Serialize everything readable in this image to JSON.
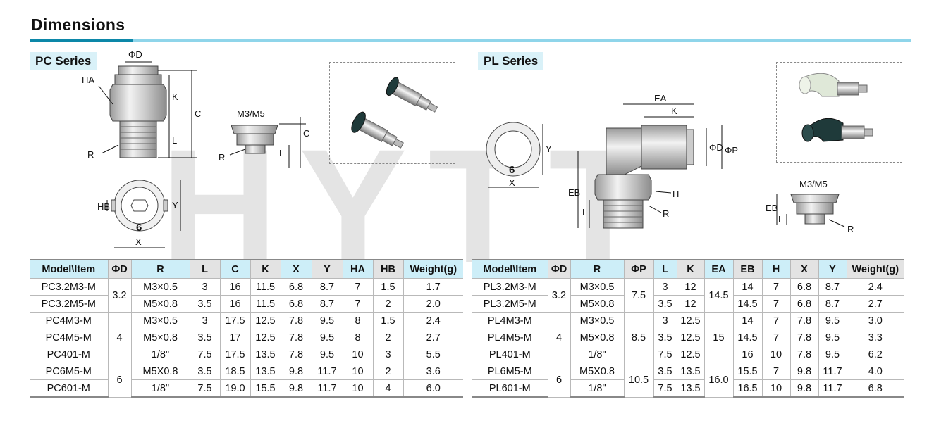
{
  "title": "Dimensions",
  "pc": {
    "label": "PC Series",
    "drawing": {
      "phi_d": "ΦD",
      "ha": "HA",
      "k": "K",
      "c": "C",
      "l": "L",
      "r": "R",
      "hb": "HB",
      "y": "Y",
      "six": "6",
      "x": "X",
      "m3m5": "M3/M5",
      "c2": "C",
      "l2": "L",
      "r2": "R"
    },
    "headers": [
      "Model\\Item",
      "ΦD",
      "R",
      "L",
      "C",
      "K",
      "X",
      "Y",
      "HA",
      "HB",
      "Weight(g)"
    ],
    "rows": [
      [
        "PC3.2M3-M",
        "3.2",
        "M3×0.5",
        "3",
        "16",
        "11.5",
        "6.8",
        "8.7",
        "7",
        "1.5",
        "1.7"
      ],
      [
        "PC3.2M5-M",
        "",
        "M5×0.8",
        "3.5",
        "16",
        "11.5",
        "6.8",
        "8.7",
        "7",
        "2",
        "2.0"
      ],
      [
        "PC4M3-M",
        "4",
        "M3×0.5",
        "3",
        "17.5",
        "12.5",
        "7.8",
        "9.5",
        "8",
        "1.5",
        "2.4"
      ],
      [
        "PC4M5-M",
        "",
        "M5×0.8",
        "3.5",
        "17",
        "12.5",
        "7.8",
        "9.5",
        "8",
        "2",
        "2.7"
      ],
      [
        "PC401-M",
        "",
        "1/8\"",
        "7.5",
        "17.5",
        "13.5",
        "7.8",
        "9.5",
        "10",
        "3",
        "5.5"
      ],
      [
        "PC6M5-M",
        "6",
        "M5X0.8",
        "3.5",
        "18.5",
        "13.5",
        "9.8",
        "11.7",
        "10",
        "2",
        "3.6"
      ],
      [
        "PC601-M",
        "",
        "1/8\"",
        "7.5",
        "19.0",
        "15.5",
        "9.8",
        "11.7",
        "10",
        "4",
        "6.0"
      ]
    ]
  },
  "pl": {
    "label": "PL Series",
    "drawing": {
      "ea": "EA",
      "k": "K",
      "phi_d": "ΦD",
      "phi_p": "ΦP",
      "y": "Y",
      "six": "6",
      "x": "X",
      "eb": "EB",
      "l": "L",
      "h": "H",
      "r": "R",
      "m3m5": "M3/M5",
      "eb2": "EB",
      "l2": "L",
      "r2": "R"
    },
    "headers": [
      "Model\\Item",
      "ΦD",
      "R",
      "ΦP",
      "L",
      "K",
      "EA",
      "EB",
      "H",
      "X",
      "Y",
      "Weight(g)"
    ],
    "rows": [
      [
        "PL3.2M3-M",
        "3.2",
        "M3×0.5",
        "7.5",
        "3",
        "12",
        "14.5",
        "14",
        "7",
        "6.8",
        "8.7",
        "2.4"
      ],
      [
        "PL3.2M5-M",
        "",
        "M5×0.8",
        "",
        "3.5",
        "12",
        "",
        "14.5",
        "7",
        "6.8",
        "8.7",
        "2.7"
      ],
      [
        "PL4M3-M",
        "4",
        "M3×0.5",
        "8.5",
        "3",
        "12.5",
        "15",
        "14",
        "7",
        "7.8",
        "9.5",
        "3.0"
      ],
      [
        "PL4M5-M",
        "",
        "M5×0.8",
        "",
        "3.5",
        "12.5",
        "",
        "14.5",
        "7",
        "7.8",
        "9.5",
        "3.3"
      ],
      [
        "PL401-M",
        "",
        "1/8\"",
        "",
        "7.5",
        "12.5",
        "",
        "16",
        "10",
        "7.8",
        "9.5",
        "6.2"
      ],
      [
        "PL6M5-M",
        "6",
        "M5X0.8",
        "10.5",
        "3.5",
        "13.5",
        "16.0",
        "15.5",
        "7",
        "9.8",
        "11.7",
        "4.0"
      ],
      [
        "PL601-M",
        "",
        "1/8\"",
        "",
        "7.5",
        "13.5",
        "",
        "16.5",
        "10",
        "9.8",
        "11.7",
        "6.8"
      ]
    ]
  },
  "watermark": "HYTT"
}
